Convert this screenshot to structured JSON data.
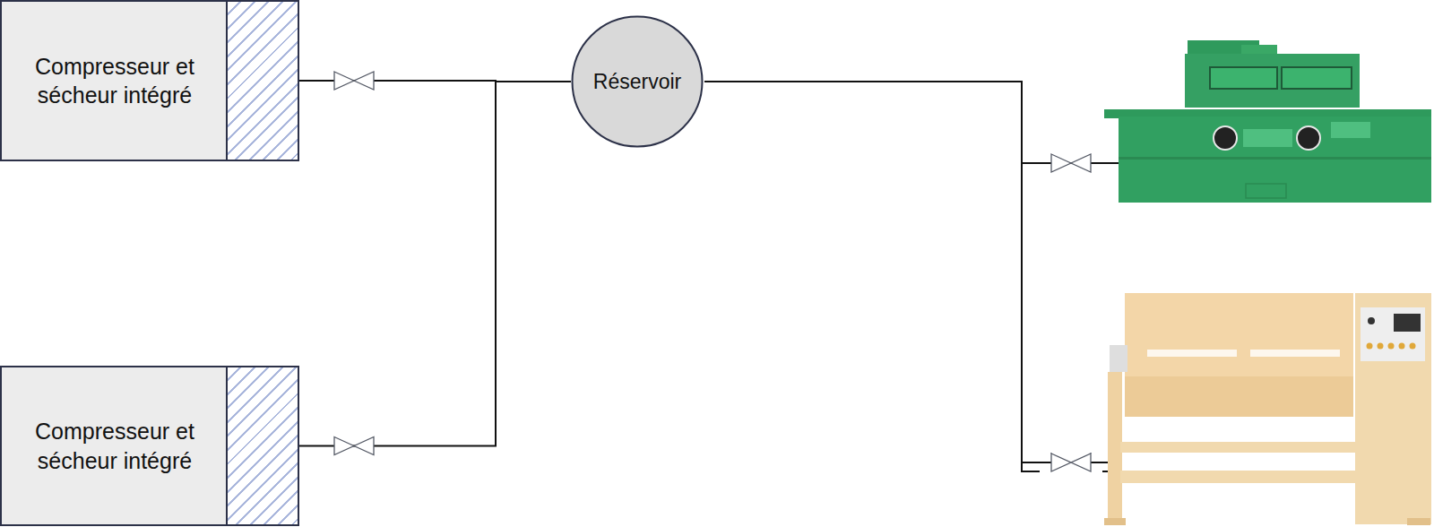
{
  "diagram": {
    "nodes": [
      {
        "text": [
          "Compresseur et sécheur intégré"
        ]
      },
      {
        "text": [
          "Compresseur et sécheur intégré"
        ]
      },
      {
        "text": [
          "Réservoir"
        ]
      }
    ],
    "edges": [
      {
        "from": 0,
        "to": 2,
        "arrow": "none"
      },
      {
        "from": 1,
        "to": 2,
        "arrow": "none"
      }
    ]
  }
}
